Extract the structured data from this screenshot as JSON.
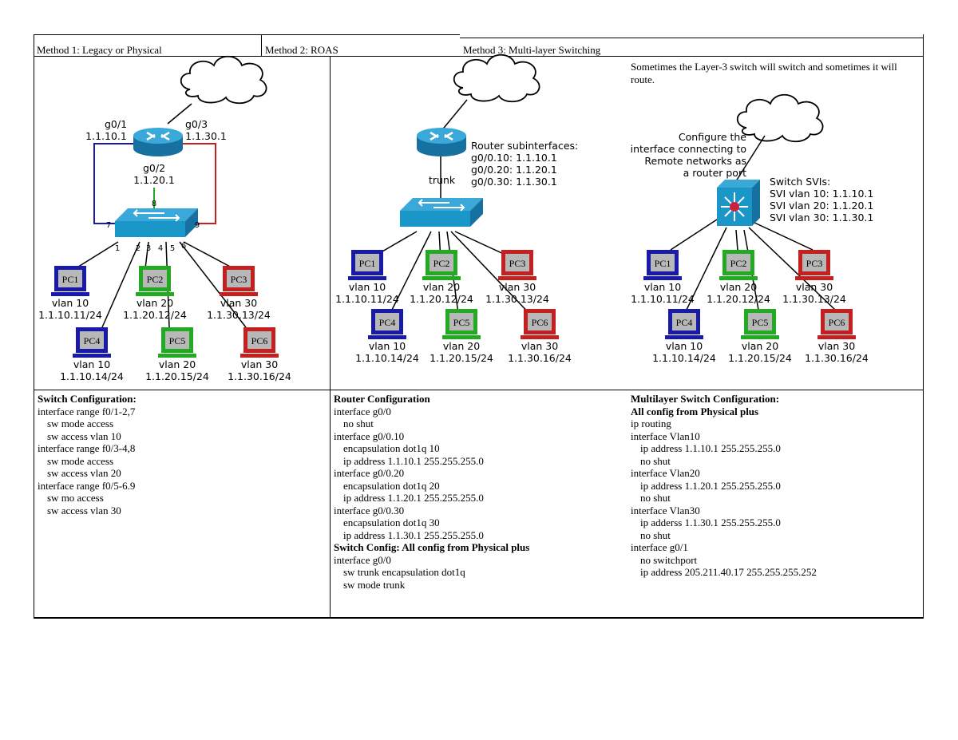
{
  "headers": {
    "method1": "Method 1: Legacy or Physical",
    "method2": "Method 2: ROAS",
    "method3": "Method 3: Multi-layer Switching"
  },
  "diagram1": {
    "router_g0_1": "g0/1",
    "router_ip1": "1.1.10.1",
    "router_g0_3": "g0/3",
    "router_ip3": "1.1.30.1",
    "router_g0_2": "g0/2",
    "router_ip2": "1.1.20.1",
    "ports": [
      "1",
      "2",
      "3",
      "4",
      "5",
      "6",
      "7",
      "8",
      "9"
    ],
    "pcs": [
      {
        "name": "PC1",
        "vlan": "vlan 10",
        "ip": "1.1.10.11/24"
      },
      {
        "name": "PC2",
        "vlan": "vlan 20",
        "ip": "1.1.20.12/24"
      },
      {
        "name": "PC3",
        "vlan": "vlan 30",
        "ip": "1.1.30.13/24"
      },
      {
        "name": "PC4",
        "vlan": "vlan 10",
        "ip": "1.1.10.14/24"
      },
      {
        "name": "PC5",
        "vlan": "vlan 20",
        "ip": "1.1.20.15/24"
      },
      {
        "name": "PC6",
        "vlan": "vlan 30",
        "ip": "1.1.30.16/24"
      }
    ]
  },
  "diagram2": {
    "sub_title": "Router subinterfaces:",
    "sub1": "g0/0.10: 1.1.10.1",
    "sub2": "g0/0.20: 1.1.20.1",
    "sub3": "g0/0.30: 1.1.30.1",
    "trunk": "trunk",
    "pcs": [
      {
        "name": "PC1",
        "vlan": "vlan 10",
        "ip": "1.1.10.11/24"
      },
      {
        "name": "PC2",
        "vlan": "vlan 20",
        "ip": "1.1.20.12/24"
      },
      {
        "name": "PC3",
        "vlan": "vlan 30",
        "ip": "1.1.30.13/24"
      },
      {
        "name": "PC4",
        "vlan": "vlan 10",
        "ip": "1.1.10.14/24"
      },
      {
        "name": "PC5",
        "vlan": "vlan 20",
        "ip": "1.1.20.15/24"
      },
      {
        "name": "PC6",
        "vlan": "vlan 30",
        "ip": "1.1.30.16/24"
      }
    ]
  },
  "diagram3": {
    "note": "Sometimes the Layer-3 switch will switch and sometimes it will route.",
    "cfg1": "Configure the",
    "cfg2": "interface connecting to",
    "cfg3": "Remote networks as",
    "cfg4": "a router port",
    "svi_title": "Switch SVIs:",
    "svi1": "SVI vlan 10: 1.1.10.1",
    "svi2": "SVI vlan 20: 1.1.20.1",
    "svi3": "SVI vlan 30: 1.1.30.1",
    "pcs": [
      {
        "name": "PC1",
        "vlan": "vlan 10",
        "ip": "1.1.10.11/24"
      },
      {
        "name": "PC2",
        "vlan": "vlan 20",
        "ip": "1.1.20.12/24"
      },
      {
        "name": "PC3",
        "vlan": "vlan 30",
        "ip": "1.1.30.13/24"
      },
      {
        "name": "PC4",
        "vlan": "vlan 10",
        "ip": "1.1.10.14/24"
      },
      {
        "name": "PC5",
        "vlan": "vlan 20",
        "ip": "1.1.20.15/24"
      },
      {
        "name": "PC6",
        "vlan": "vlan 30",
        "ip": "1.1.30.16/24"
      }
    ]
  },
  "config1": {
    "title": "Switch Configuration:",
    "lines": [
      "interface range f0/1-2,7",
      "sw mode access",
      "sw access vlan 10",
      "interface range f0/3-4,8",
      "sw mode access",
      "sw access vlan 20",
      "interface range f0/5-6.9",
      "sw mo access",
      "sw access vlan 30"
    ]
  },
  "config2": {
    "title": "Router Configuration",
    "lines": [
      "interface g0/0",
      "no shut",
      "interface g0/0.10",
      "encapsulation dot1q 10",
      "ip address 1.1.10.1 255.255.255.0",
      "interface g0/0.20",
      "encapsulation dot1q 20",
      "ip address 1.1.20.1 255.255.255.0",
      "interface g0/0.30",
      "encapsulation dot1q 30",
      "ip address 1.1.30.1 255.255.255.0"
    ],
    "title2": "Switch Config: All config from Physical plus",
    "lines2": [
      "interface g0/0",
      "sw trunk encapsulation dot1q",
      "sw mode trunk"
    ]
  },
  "config3": {
    "title": "Multilayer Switch Configuration:",
    "title2": "All config from Physical plus",
    "lines": [
      "ip routing",
      "interface Vlan10",
      "ip address 1.1.10.1 255.255.255.0",
      "no shut",
      "interface Vlan20",
      "ip address 1.1.20.1 255.255.255.0",
      "no shut",
      "interface Vlan30",
      "ip adderss 1.1.30.1 255.255.255.0",
      "no shut",
      "interface g0/1",
      "no switchport",
      "ip address 205.211.40.17 255.255.255.252"
    ]
  },
  "colors": {
    "vlan10": "#1a1aa8",
    "vlan20": "#22aa22",
    "vlan30": "#c42020",
    "device": "#1a96c8"
  }
}
